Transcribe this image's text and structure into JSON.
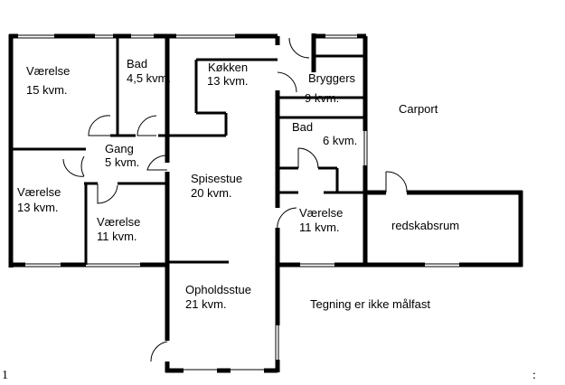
{
  "title": "Floor plan",
  "rooms": [
    {
      "name": "Værelse",
      "area": "15 kvm."
    },
    {
      "name": "Bad",
      "area": "4,5 kvm."
    },
    {
      "name": "Køkken",
      "area": "13 kvm."
    },
    {
      "name": "Bryggers",
      "area": "9 kvm."
    },
    {
      "name": "Gang",
      "area": "5 kvm."
    },
    {
      "name": "Bad",
      "area": "6 kvm."
    },
    {
      "name": "Spisestue",
      "area": "20 kvm."
    },
    {
      "name": "Værelse",
      "area": "13 kvm."
    },
    {
      "name": "Værelse",
      "area": "11 kvm."
    },
    {
      "name": "Værelse",
      "area": "11 kvm."
    },
    {
      "name": "Opholdsstue",
      "area": "21 kvm."
    }
  ],
  "carport": "Carport",
  "storage": "redskabsrum",
  "note": "Tegning er ikke målfast",
  "page_number": "1",
  "corner_mark": ":"
}
